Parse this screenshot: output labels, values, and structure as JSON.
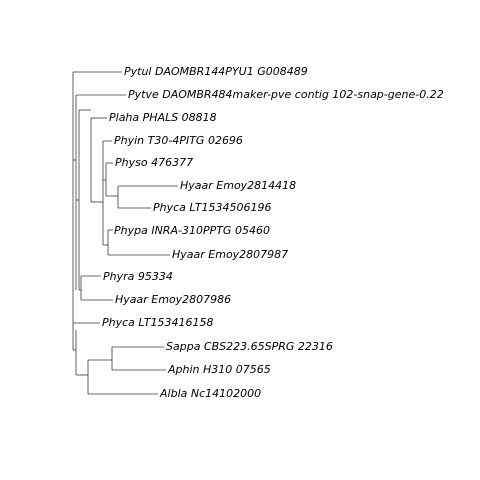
{
  "tree": {
    "leaves": [
      {
        "id": "pytul",
        "label": "Pytul DAOMBR144PYU1 G008489"
      },
      {
        "id": "pytve",
        "label": "Pytve DAOMBR484maker-pve contig 102-snap-gene-0.22"
      },
      {
        "id": "plaha",
        "label": "Plaha PHALS 08818"
      },
      {
        "id": "phyin",
        "label": "Phyin T30-4PITG 02696"
      },
      {
        "id": "physo",
        "label": "Physo 476377"
      },
      {
        "id": "hyaar1",
        "label": "Hyaar Emoy2814418"
      },
      {
        "id": "phyca1",
        "label": "Phyca LT1534506196"
      },
      {
        "id": "phypa",
        "label": "Phypa INRA-310PPTG 05460"
      },
      {
        "id": "hyaar2",
        "label": "Hyaar Emoy2807987"
      },
      {
        "id": "phyra",
        "label": "Phyra 95334"
      },
      {
        "id": "hyaar3",
        "label": "Hyaar Emoy2807986"
      },
      {
        "id": "phyca2",
        "label": "Phyca LT153416158"
      },
      {
        "id": "sappa",
        "label": "Sappa CBS223.65SPRG 22316"
      },
      {
        "id": "aphin",
        "label": "Aphin H310 07565"
      },
      {
        "id": "albla",
        "label": "Albla Nc14102000"
      }
    ]
  }
}
